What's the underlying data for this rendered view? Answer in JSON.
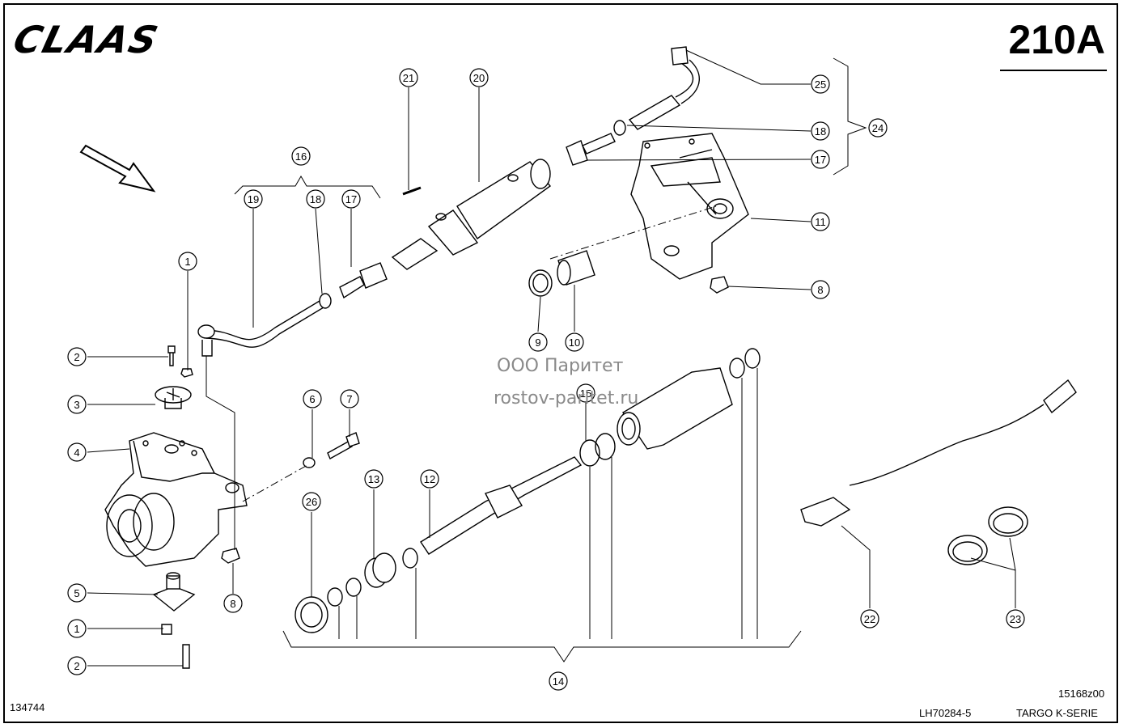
{
  "header": {
    "brand": "CLAAS",
    "page_code": "210A"
  },
  "footer": {
    "left_number": "134744",
    "drawing_code": "15168z00",
    "part_ref": "LH70284-5",
    "series": "TARGO K-SERIE"
  },
  "watermark": {
    "line1": "ООО Паритет",
    "line2": "rostov-paritet.ru"
  },
  "callouts": {
    "c1a": "1",
    "c1b": "1",
    "c2a": "2",
    "c2b": "2",
    "c3": "3",
    "c4": "4",
    "c5": "5",
    "c6": "6",
    "c7": "7",
    "c8a": "8",
    "c8b": "8",
    "c9": "9",
    "c10": "10",
    "c11": "11",
    "c12": "12",
    "c13": "13",
    "c14": "14",
    "c15": "15",
    "c16": "16",
    "c17a": "17",
    "c17b": "17",
    "c18a": "18",
    "c18b": "18",
    "c19": "19",
    "c20": "20",
    "c21": "21",
    "c22": "22",
    "c23": "23",
    "c24": "24",
    "c25": "25",
    "c26": "26"
  }
}
